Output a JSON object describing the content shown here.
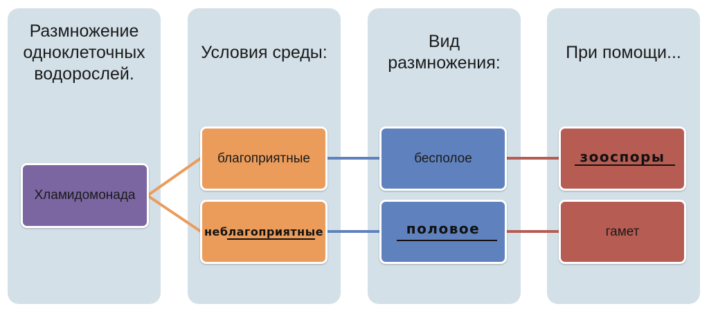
{
  "columns": [
    {
      "header": "Размножение одноклеточных водорослей."
    },
    {
      "header": "Условия среды:"
    },
    {
      "header": "Вид размножения:"
    },
    {
      "header": "При помощи..."
    }
  ],
  "nodes": {
    "organism": "Хламидомонада",
    "favorable": "благоприятные",
    "unfavorable": "неблагоприятные",
    "asexual": "бесполое",
    "sexual": "половое",
    "zoospores": "зооспоры",
    "gametes": "гамет"
  },
  "colors": {
    "column_bg": "#d3e0e8",
    "organism": "#7b66a2",
    "conditions": "#eb9c5b",
    "type": "#5f82be",
    "means": "#b75c52"
  }
}
